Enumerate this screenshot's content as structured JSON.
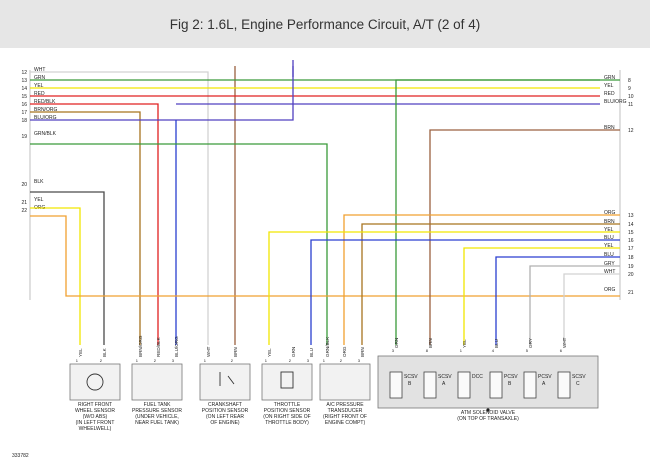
{
  "title": "Fig 2: 1.6L, Engine Performance Circuit, A/T (2 of 4)",
  "figure_id": "333782",
  "colors": {
    "WHT": "#d2d2d2",
    "GRN": "#3a9a3a",
    "YEL": "#f2e600",
    "RED": "#e02020",
    "BRN": "#a8741f",
    "BLU": "#2a3fd0",
    "BLK": "#4a4a4a",
    "GRY": "#b0b0b0",
    "ORG": "#f0a030",
    "BRN_TOP": "#9a6040",
    "PUR": "#5040c0"
  },
  "left_bus": [
    {
      "pin": "12",
      "label": "WHT"
    },
    {
      "pin": "13",
      "label": "GRN"
    },
    {
      "pin": "14",
      "label": "YEL"
    },
    {
      "pin": "15",
      "label": "RED"
    },
    {
      "pin": "16",
      "label": "RED/BLK"
    },
    {
      "pin": "17",
      "label": "BRN/ORG"
    },
    {
      "pin": "18",
      "label": "BLU/ORG"
    },
    {
      "pin": "19",
      "label": "GRN/BLK"
    },
    {
      "pin": "20",
      "label": "BLK"
    },
    {
      "pin": "21",
      "label": "YEL"
    },
    {
      "pin": "22",
      "label": "ORG"
    }
  ],
  "right_top": [
    {
      "pin": "8",
      "label": "GRN"
    },
    {
      "pin": "9",
      "label": "YEL"
    },
    {
      "pin": "10",
      "label": "RED"
    },
    {
      "pin": "11",
      "label": "BLU/ORG"
    },
    {
      "pin": "12",
      "label": "BRN"
    }
  ],
  "right_bottom": [
    {
      "pin": "13",
      "label": "ORG"
    },
    {
      "pin": "14",
      "label": "BRN"
    },
    {
      "pin": "15",
      "label": "YEL"
    },
    {
      "pin": "16",
      "label": "BLU"
    },
    {
      "pin": "17",
      "label": "YEL"
    },
    {
      "pin": "18",
      "label": "BLU"
    },
    {
      "pin": "19",
      "label": "GRY"
    },
    {
      "pin": "20",
      "label": "WHT"
    },
    {
      "pin": "21",
      "label": "ORG"
    }
  ],
  "components": [
    {
      "name": "wheel-sensor",
      "label": [
        "RIGHT FRONT",
        "WHEEL SENSOR",
        "(W/O ABS)",
        "(IN LEFT FRONT",
        "WHEELWELL)"
      ],
      "wires": [
        {
          "label": "YEL",
          "pin": "1"
        },
        {
          "label": "BLK",
          "pin": "2"
        }
      ]
    },
    {
      "name": "fuel-tank-sensor",
      "label": [
        "FUEL TANK",
        "PRESSURE SENSOR",
        "(UNDER VEHICLE,",
        "NEAR FUEL TANK)"
      ],
      "wires": [
        {
          "label": "BRN/ORG",
          "pin": "1"
        },
        {
          "label": "RED/BLK",
          "pin": "2"
        },
        {
          "label": "BLU/ORG",
          "pin": "3"
        }
      ]
    },
    {
      "name": "crankshaft-sensor",
      "label": [
        "CRANKSHAFT",
        "POSITION SENSOR",
        "(ON LEFT REAR",
        "OF ENGINE)"
      ],
      "wires": [
        {
          "label": "WHT",
          "pin": "1"
        },
        {
          "label": "BRN",
          "pin": "2"
        }
      ]
    },
    {
      "name": "throttle-sensor",
      "label": [
        "THROTTLE",
        "POSITION SENSOR",
        "(ON RIGHT SIDE OF",
        "THROTTLE BODY)"
      ],
      "wires": [
        {
          "label": "YEL",
          "pin": "1"
        },
        {
          "label": "GRN",
          "pin": "2"
        },
        {
          "label": "BLU",
          "pin": "3"
        }
      ]
    },
    {
      "name": "ac-transducer",
      "label": [
        "A/C PRESSURE",
        "TRANSDUCER",
        "(RIGHT FRONT OF",
        "ENGINE COMPT)"
      ],
      "wires": [
        {
          "label": "GRN/BLK",
          "pin": "1"
        },
        {
          "label": "ORG",
          "pin": "2"
        },
        {
          "label": "BRN",
          "pin": "3"
        }
      ]
    }
  ],
  "solenoid": {
    "label": [
      "ATM SOLENOID VALVE",
      "(ON TOP OF TRANSAXLE)"
    ],
    "wires": [
      {
        "label": "GRN",
        "pin": "3"
      },
      {
        "label": "BRN",
        "pin": "8"
      },
      {
        "label": "YEL",
        "pin": "1"
      },
      {
        "label": "BLU",
        "pin": "4"
      },
      {
        "label": "GRY",
        "pin": "5"
      },
      {
        "label": "WHT",
        "pin": "6"
      }
    ],
    "valves": [
      {
        "label": "SCSV",
        "sub": "B"
      },
      {
        "label": "SCSV",
        "sub": "A"
      },
      {
        "label": "DCC",
        "sub": ""
      },
      {
        "label": "PCSV",
        "sub": "B"
      },
      {
        "label": "PCSV",
        "sub": "A"
      },
      {
        "label": "SCSV",
        "sub": "C"
      }
    ]
  }
}
